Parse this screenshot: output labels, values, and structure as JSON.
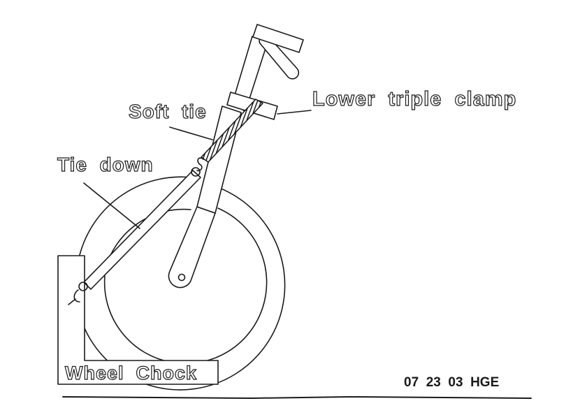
{
  "diagram": {
    "subject": "Motorcycle front wheel tie-down setup",
    "labels": {
      "lower_triple_clamp": "Lower  triple  clamp",
      "soft_tie": "Soft  tie",
      "tie_down": "Tie  down",
      "wheel_chock": "Wheel  Chock"
    },
    "stamp": "07  23  03  HGE",
    "colors": {
      "line": "#1a1a1a",
      "background": "#ffffff"
    }
  }
}
